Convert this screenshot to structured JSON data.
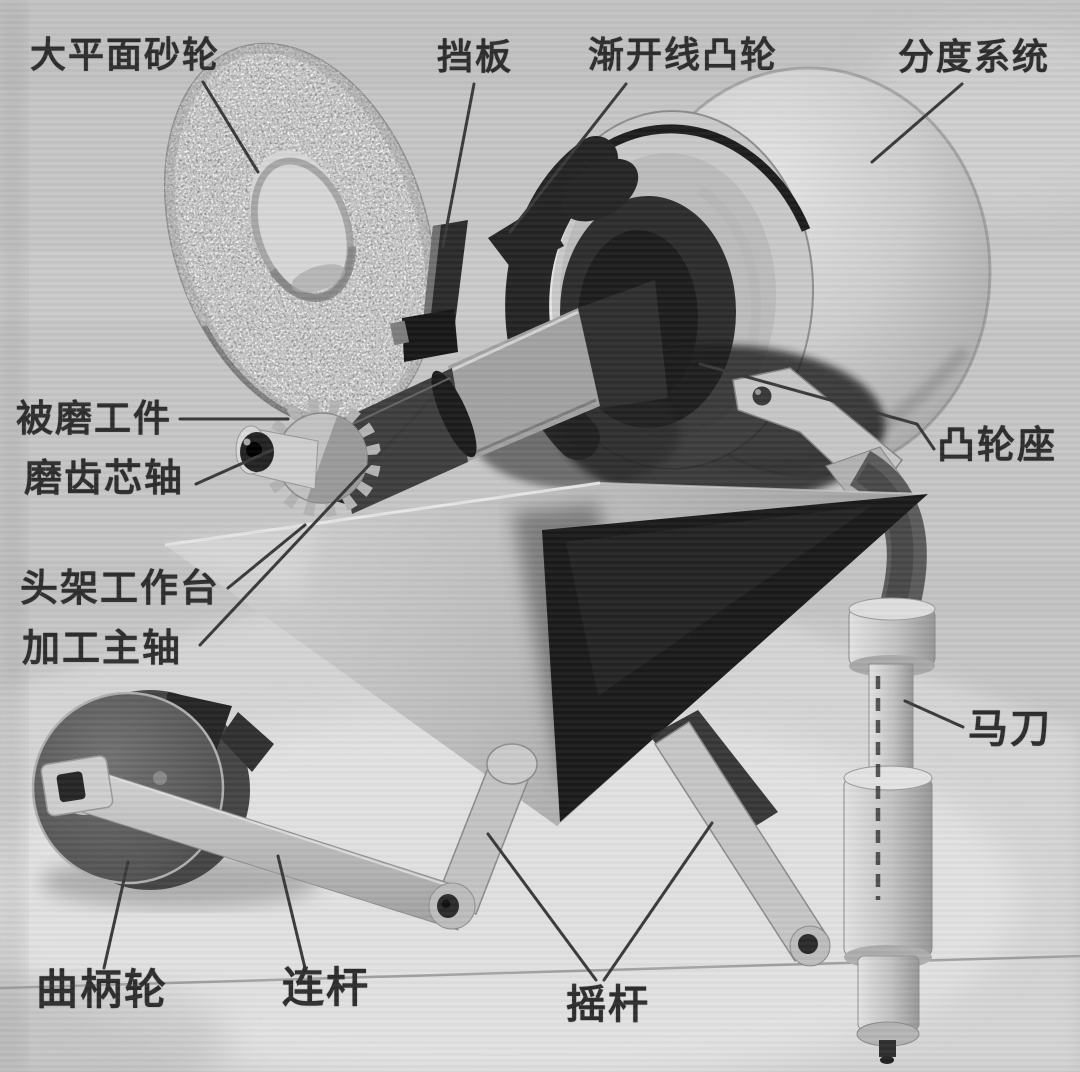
{
  "diagram": {
    "background_color": "#c6c6c6",
    "ink_color": "#2d2d2d",
    "labels": [
      {
        "id": "grinding-wheel",
        "text": "大平面砂轮"
      },
      {
        "id": "baffle",
        "text": "挡板"
      },
      {
        "id": "involute-cam",
        "text": "渐开线凸轮"
      },
      {
        "id": "indexing-system",
        "text": "分度系统"
      },
      {
        "id": "workpiece",
        "text": "被磨工件"
      },
      {
        "id": "grinding-mandrel",
        "text": "磨齿芯轴"
      },
      {
        "id": "headstock-worktable",
        "text": "头架工作台"
      },
      {
        "id": "machining-spindle",
        "text": "加工主轴"
      },
      {
        "id": "cam-seat",
        "text": "凸轮座"
      },
      {
        "id": "saber",
        "text": "马刀"
      },
      {
        "id": "crank-wheel",
        "text": "曲柄轮"
      },
      {
        "id": "connecting-rod",
        "text": "连杆"
      },
      {
        "id": "rocker",
        "text": "摇杆"
      }
    ]
  }
}
